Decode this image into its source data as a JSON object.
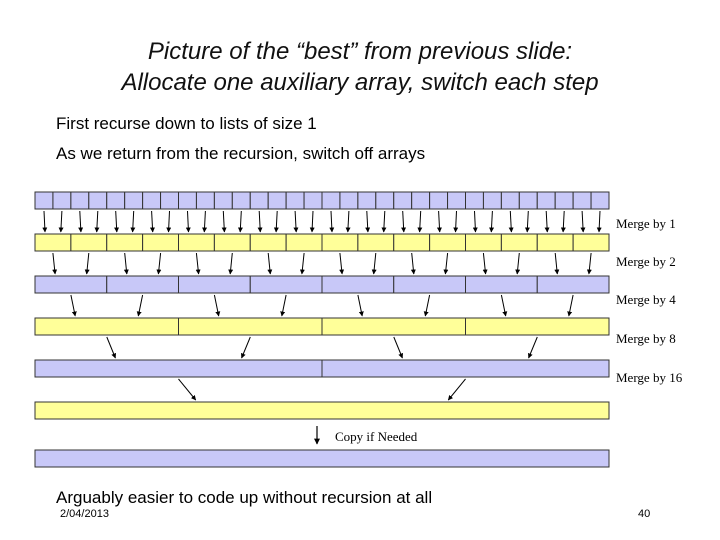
{
  "slide": {
    "title_line1": "Picture of the “best” from previous slide:",
    "title_line2": "Allocate one auxiliary array, switch each step",
    "bullet1": "First recurse down to lists of size 1",
    "bullet2": "As we return from the recursion, switch off arrays",
    "bottom_text": "Arguably easier to code up without recursion at all",
    "date": "2/04/2013",
    "page_number": "40"
  },
  "diagram": {
    "array_size": 32,
    "colors": {
      "blue": "#c8c8f8",
      "yellow": "#ffff99",
      "outline": "#333333"
    },
    "arrays": [
      {
        "color": "blue",
        "run_length": 1
      },
      {
        "color": "yellow",
        "run_length": 2
      },
      {
        "color": "blue",
        "run_length": 4
      },
      {
        "color": "yellow",
        "run_length": 8
      },
      {
        "color": "blue",
        "run_length": 16
      },
      {
        "color": "yellow",
        "run_length": 32
      },
      {
        "color": "blue",
        "run_length": 32
      }
    ],
    "steps": [
      {
        "label": "Merge by 1"
      },
      {
        "label": "Merge by 2"
      },
      {
        "label": "Merge by 4"
      },
      {
        "label": "Merge by 8"
      },
      {
        "label": "Merge by 16"
      },
      {
        "label": "Copy if Needed"
      }
    ]
  }
}
